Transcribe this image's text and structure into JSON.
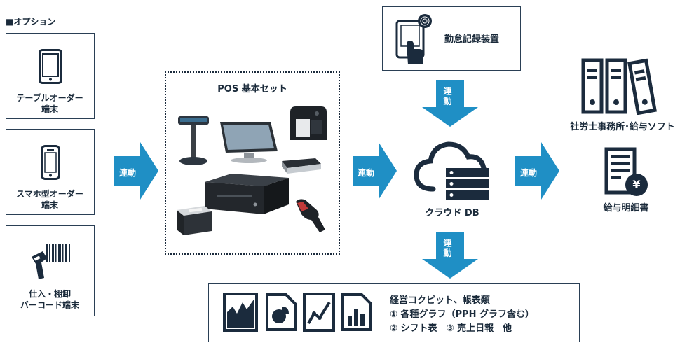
{
  "options_title": "■オプション",
  "devices": [
    {
      "label1": "テーブルオーダー",
      "label2": "端末"
    },
    {
      "label1": "スマホ型オーダー",
      "label2": "端末"
    },
    {
      "label1": "仕入・棚卸",
      "label2": "バーコード端末"
    }
  ],
  "pos_title": "POS 基本セット",
  "link_label": "連動",
  "attendance_label": "勤怠記録装置",
  "cloud_label": "クラウド DB",
  "labor_label": "社労士事務所･給与ソフト",
  "payslip_label": "給与明細書",
  "yen_symbol": "¥",
  "cockpit": {
    "line1": "経営コクピット、帳表類",
    "line2": "① 各種グラフ（PPH グラフ含む）",
    "line3": "② シフト表　③ 売上日報　他"
  },
  "colors": {
    "navy": "#1b2b3d",
    "blue": "#1f8fc5",
    "border": "#2a3f55"
  }
}
